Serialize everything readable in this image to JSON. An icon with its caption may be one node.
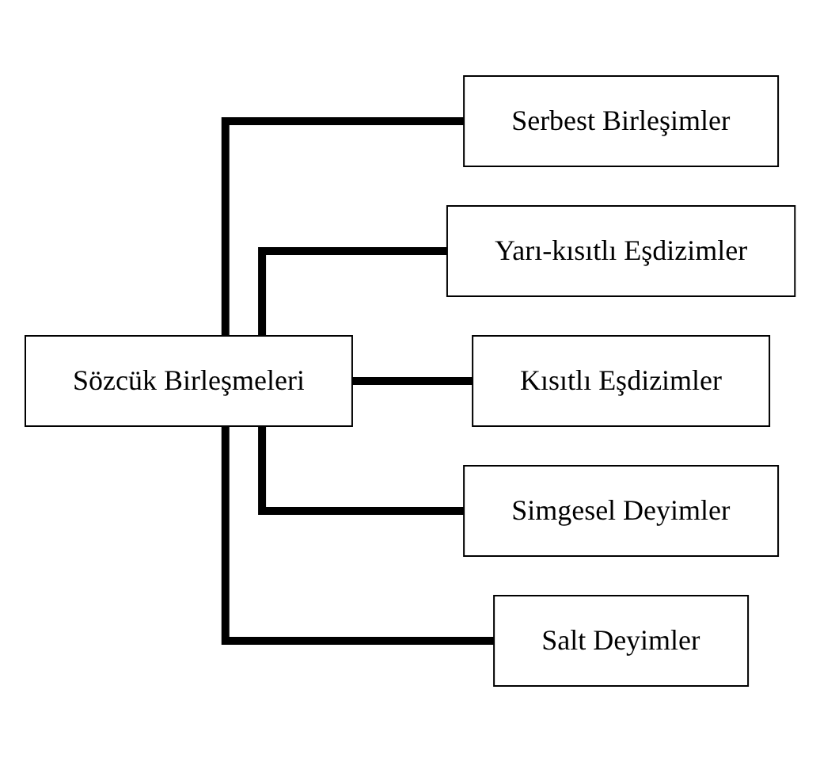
{
  "diagram": {
    "nodes": [
      {
        "text": [
          "Sözcük Birleşmeleri"
        ]
      },
      {
        "text": [
          "Serbest Birleşimler"
        ]
      },
      {
        "text": [
          "Yarı-kısıtlı Eşdizimler"
        ]
      },
      {
        "text": [
          "Kısıtlı Eşdizimler"
        ]
      },
      {
        "text": [
          "Simgesel Deyimler"
        ]
      },
      {
        "text": [
          "Salt Deyimler"
        ]
      }
    ],
    "edges": [
      {
        "from": 0,
        "to": 1,
        "arrow": "none"
      },
      {
        "from": 0,
        "to": 2,
        "arrow": "none"
      },
      {
        "from": 0,
        "to": 3,
        "arrow": "none"
      },
      {
        "from": 0,
        "to": 4,
        "arrow": "none"
      },
      {
        "from": 0,
        "to": 5,
        "arrow": "none"
      }
    ]
  }
}
